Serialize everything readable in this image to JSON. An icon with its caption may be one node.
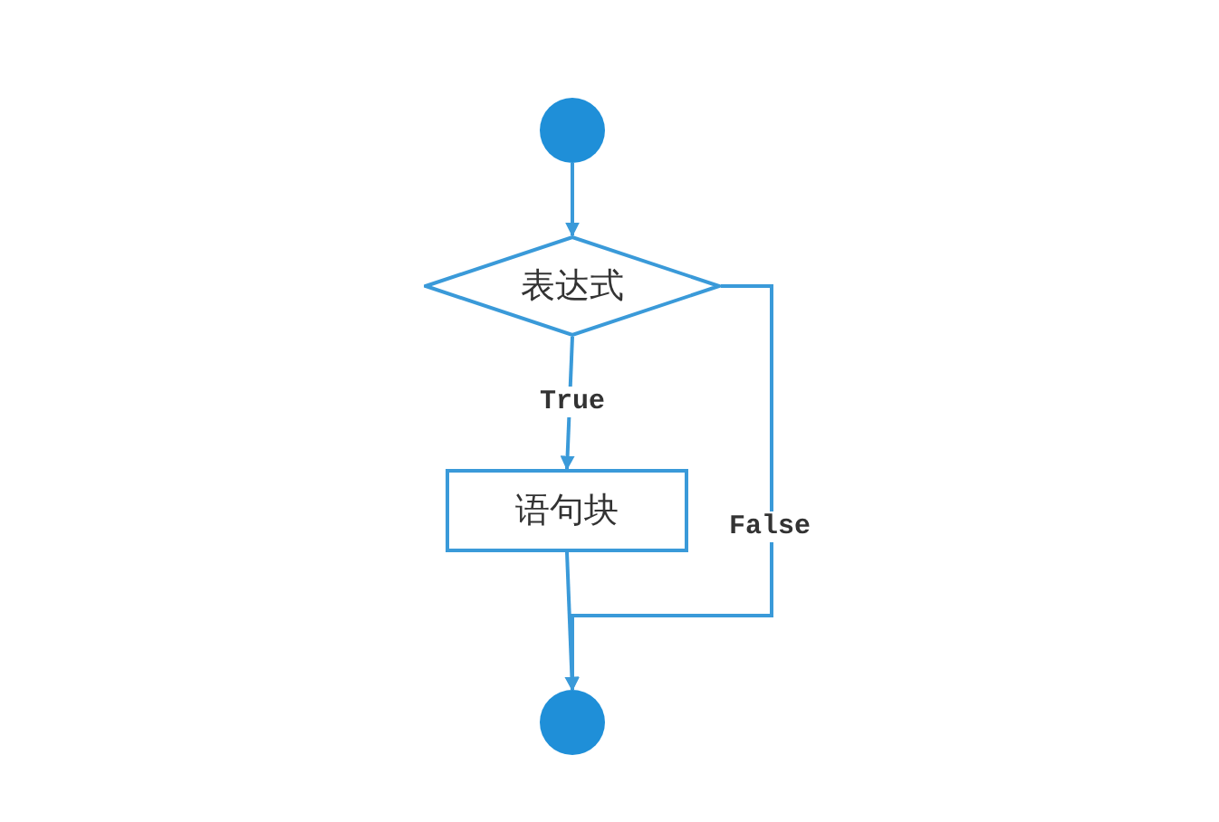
{
  "diagram": {
    "nodes": [
      {
        "text": [],
        "shape": "circle"
      },
      {
        "text": [
          "表达式"
        ]
      },
      {
        "text": [
          "语句块"
        ]
      },
      {
        "text": [],
        "shape": "circle"
      }
    ],
    "edges": [
      {
        "from": 0,
        "to": 1,
        "arrow": "to"
      },
      {
        "from": 1,
        "to": 2,
        "arrow": "to",
        "label": "True"
      },
      {
        "from": 2,
        "to": 3,
        "arrow": "to"
      },
      {
        "from": 1,
        "to": 3,
        "arrow": "to",
        "label": "False"
      }
    ]
  }
}
